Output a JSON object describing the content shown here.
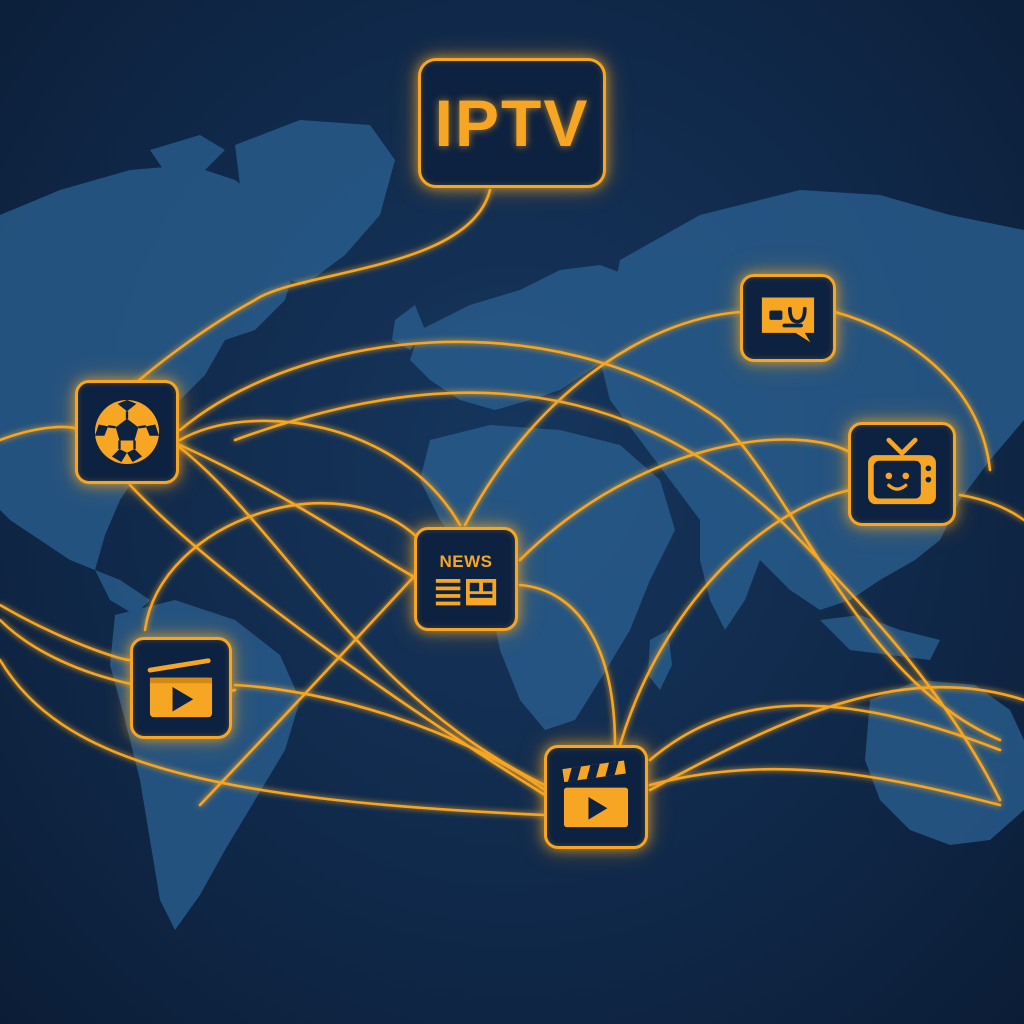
{
  "logo": {
    "text": "IPTV"
  },
  "channels": [
    {
      "name": "sports",
      "icon": "soccer-ball-icon"
    },
    {
      "name": "news",
      "icon": "newspaper-icon",
      "label": "NEWS"
    },
    {
      "name": "chat",
      "icon": "chat-bubble-icon"
    },
    {
      "name": "kids",
      "icon": "retro-tv-icon"
    },
    {
      "name": "video",
      "icon": "video-player-icon"
    },
    {
      "name": "movies",
      "icon": "clapperboard-icon"
    }
  ],
  "colors": {
    "background": "#10294a",
    "land": "#2a5f8f",
    "accent": "#f6a623"
  }
}
